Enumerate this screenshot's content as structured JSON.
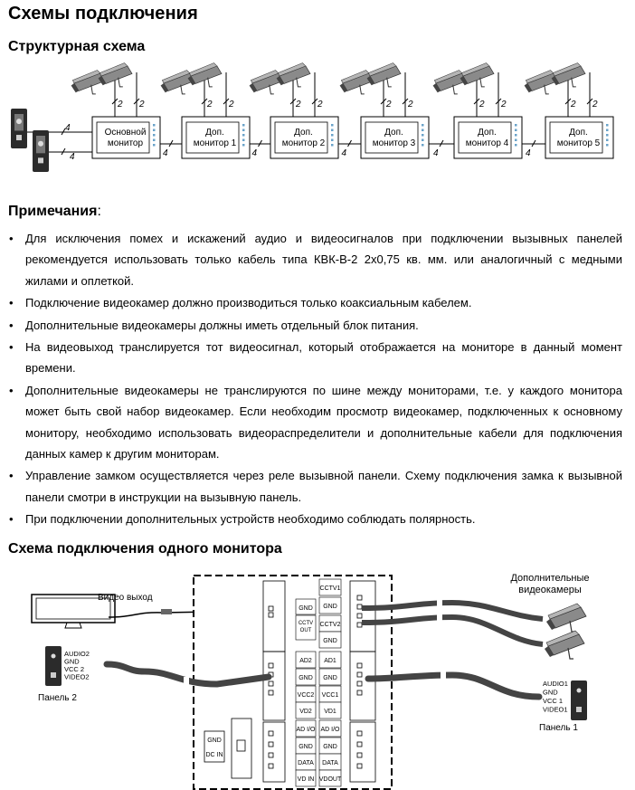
{
  "page_title": "Схемы подключения",
  "structure": {
    "title": "Структурная схема",
    "monitors": [
      "Основной\nмонитор",
      "Доп.\nмонитор 1",
      "Доп.\nмонитор 2",
      "Доп.\nмонитор 3",
      "Доп.\nмонитор 4",
      "Доп.\nмонитор 5"
    ],
    "cable_4": "4",
    "cable_2": "2"
  },
  "notes": {
    "title": "Примечания",
    "items": [
      "Для исключения помех и искажений аудио и видеосигналов при подключении вызывных панелей рекомендуется использовать только кабель типа КВК-В-2 2х0,75 кв. мм. или аналогичный с медными жилами и оплеткой.",
      "Подключение видеокамер должно производиться только коаксиальным кабелем.",
      "Дополнительные видеокамеры должны иметь отдельный блок питания.",
      "На видеовыход транслируется тот видеосигнал, который отображается на мониторе в данный момент времени.",
      "Дополнительные видеокамеры не транслируются по шине между мониторами, т.е. у каждого монитора может быть свой набор видеокамер. Если необходим просмотр видеокамер, подключенных к основному монитору, необходимо использовать видеораспределители и дополнительные кабели для подключения данных камер к другим мониторам.",
      "Управление замком осуществляется через реле вызывной панели. Схему подключения замка к вызывной панели смотри в инструкции на вызывную панель.",
      "При подключении дополнительных устройств необходимо соблюдать полярность."
    ]
  },
  "single": {
    "title": "Схема подключения одного монитора",
    "video_out": "Видео выход",
    "extra_cameras": "Дополнительные\nвидеокамеры",
    "panel2": "Панель 2",
    "panel1": "Панель 1",
    "panel2_wires": [
      "AUDIO2",
      "GND",
      "VCC 2",
      "VIDEO2"
    ],
    "panel1_wires": [
      "AUDIO1",
      "GND",
      "VCC 1",
      "VIDEO1"
    ],
    "col_left": [
      "GND",
      "CCTV\nOUT",
      "AD2",
      "GND",
      "VCC2",
      "VD2",
      "AD I/O",
      "GND",
      "DATA",
      "VD IN"
    ],
    "col_right": [
      "CCTV1",
      "GND",
      "CCTV2",
      "GND",
      "AD1",
      "GND",
      "VCC1",
      "VD1",
      "AD I/O",
      "GND",
      "DATA",
      "VDOUT"
    ],
    "power": [
      "GND",
      "DC IN"
    ]
  }
}
